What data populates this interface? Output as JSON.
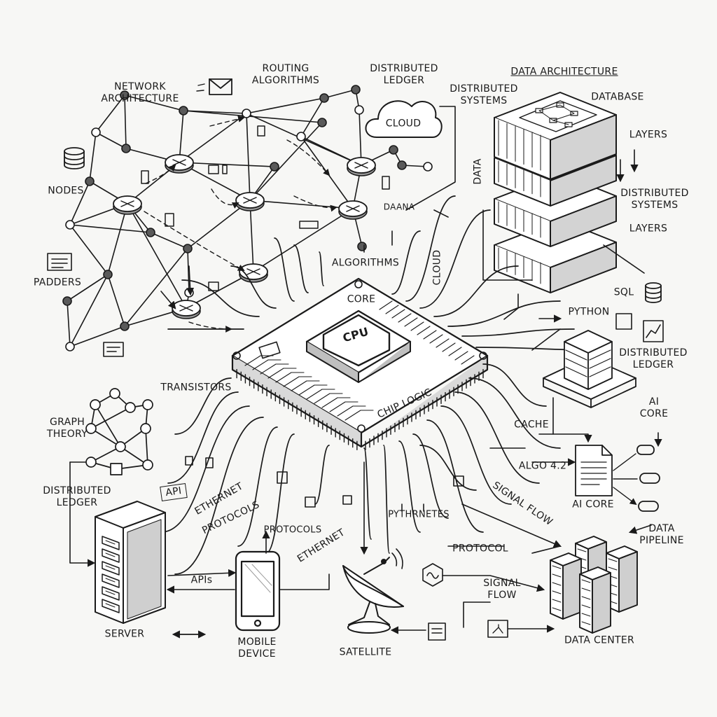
{
  "labels": {
    "network_architecture": "NETWORK\nARCHITECTURE",
    "routing_algorithms": "ROUTING\nALGORITHMS",
    "distributed_ledger_top": "DISTRIBUTED\nLEDGER",
    "data_architecture": "DATA ARCHITECTURE",
    "distributed_systems_top": "DISTRIBUTED\nSYSTEMS",
    "database": "DATABASE",
    "cloud_bubble": "CLOUD",
    "layers_1": "LAYERS",
    "data_vertical": "DATA",
    "distributed_systems_right": "DISTRIBUTED\nSYSTEMS",
    "layers_2": "LAYERS",
    "nodes": "NODES",
    "padders": "PADDERS",
    "daana": "DAANA",
    "algorithms": "ALGORITHMS",
    "cloud_vertical": "CLOUD",
    "core": "CORE",
    "cpu": "CPU",
    "chip_logic": "CHIP LOGIC",
    "sql": "SQL",
    "python": "PYTHON",
    "distributed_ledger_right": "DISTRIBUTED\nLEDGER",
    "transistors": "TRANSISTORS",
    "graph_theory": "GRAPH\nTHEORY",
    "ai_core_top": "AI\nCORE",
    "cache": "CACHE",
    "algo": "ALGO 4.2",
    "ai_core_bottom": "AI CORE",
    "distributed_ledger_left": "DISTRIBUTED\nLEDGER",
    "api": "API",
    "ethernet_1": "ETHERNET",
    "protocols_1": "PROTOCOLS",
    "protocols_2": "PROTOCOLS",
    "ethernet_2": "ETHERNET",
    "pythrnetes": "PYTHRNETES",
    "signal_flow_diag": "SIGNAL FLOW",
    "data_pipeline": "DATA\nPIPELINE",
    "protocol": "PROTOCOL",
    "apis": "APIs",
    "signal_flow": "SIGNAL\nFLOW",
    "server": "SERVER",
    "mobile_device": "MOBILE\nDEVICE",
    "satellite": "SATELLITE",
    "data_center": "DATA CENTER"
  },
  "colors": {
    "ink": "#1a1a1a",
    "paper": "#f7f7f5",
    "shade": "#c9c9c9",
    "fill": "#ffffff"
  },
  "icons": [
    "envelope-icon",
    "database-cylinder-icon",
    "cloud-icon",
    "router-icon",
    "cpu-chip-icon",
    "server-rack-icon",
    "mobile-phone-icon",
    "satellite-dish-icon",
    "data-center-icon",
    "document-icon",
    "layer-stack-icon",
    "graph-network-icon"
  ]
}
